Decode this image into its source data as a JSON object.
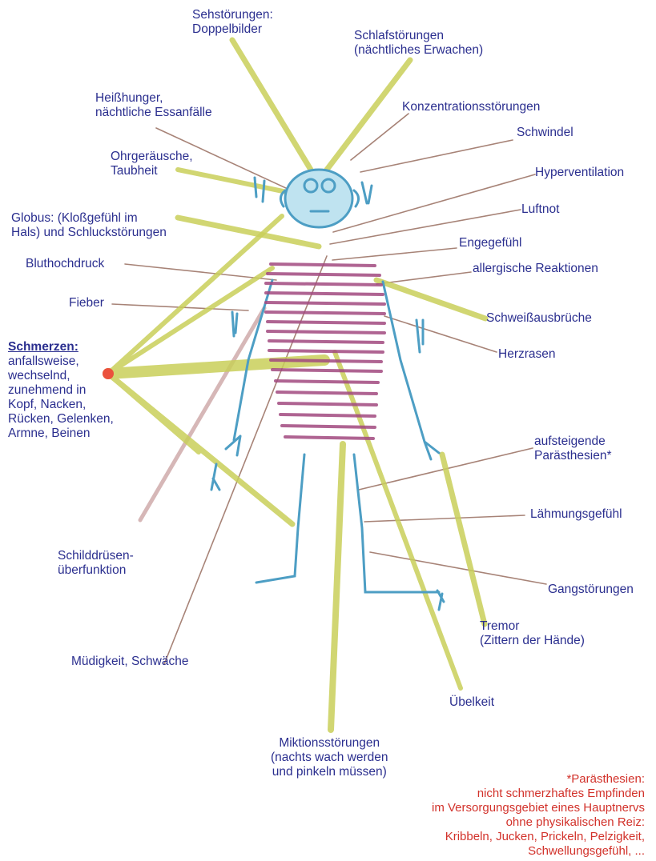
{
  "labels": {
    "sehstoerungen": [
      "Sehstörungen:",
      "Doppelbilder"
    ],
    "schlafstoerungen": [
      "Schlafstörungen",
      "(nächtliches Erwachen)"
    ],
    "heisshunger": [
      "Heißhunger,",
      "nächtliche Essanfälle"
    ],
    "konzentration": [
      "Konzentrationsstörungen"
    ],
    "schwindel": [
      "Schwindel"
    ],
    "ohrgeraeusche": [
      "Ohrgeräusche,",
      "Taubheit"
    ],
    "hyperventilation": [
      "Hyperventilation"
    ],
    "luftnot": [
      "Luftnot"
    ],
    "globus": [
      "Globus: (Kloßgefühl im",
      "Hals) und Schluckstörungen"
    ],
    "engegefuehl": [
      "Engegefühl"
    ],
    "bluthochdruck": [
      "Bluthochdruck"
    ],
    "allergie": [
      "allergische Reaktionen"
    ],
    "fieber": [
      "Fieber"
    ],
    "schweiss": [
      "Schweißausbrüche"
    ],
    "herzrasen": [
      "Herzrasen"
    ],
    "schmerzen_title": "Schmerzen:",
    "schmerzen": [
      "anfallsweise,",
      "wechselnd,",
      "zunehmend in",
      "Kopf, Nacken,",
      "Rücken, Gelenken,",
      "Armne, Beinen"
    ],
    "parästhesien": [
      "aufsteigende",
      "Parästhesien*"
    ],
    "laehmung": [
      "Lähmungsgefühl"
    ],
    "schilddruese": [
      "Schilddrüsen-",
      "überfunktion"
    ],
    "gang": [
      "Gangstörungen"
    ],
    "tremor": [
      "Tremor",
      "(Zittern der Hände)"
    ],
    "muedigkeit": [
      "Müdigkeit, Schwäche"
    ],
    "uebelkeit": [
      "Übelkeit"
    ],
    "miktion": [
      "Miktionsstörungen",
      "(nachts wach werden",
      "und pinkeln müssen)"
    ]
  },
  "footnote": [
    "*Parästhesien:",
    "nicht schmerzhaftes Empfinden",
    "im Versorgungsgebiet eines Hauptnervs",
    "ohne physikalischen Reiz:",
    "Kribbeln, Jucken, Prickeln, Pelzigkeit,",
    "Schwellungsgefühl, ..."
  ],
  "colors": {
    "label_text": "#2b2f8f",
    "footnote_text": "#d2322b",
    "thick_ray": "#c9cf5a",
    "thin_ray": "#8a5a4a",
    "body_outline": "#4d9ec4",
    "head_fill": "#bfe3f0",
    "torso_stripes": "#a2497f",
    "pain_source": "#e8331c"
  }
}
